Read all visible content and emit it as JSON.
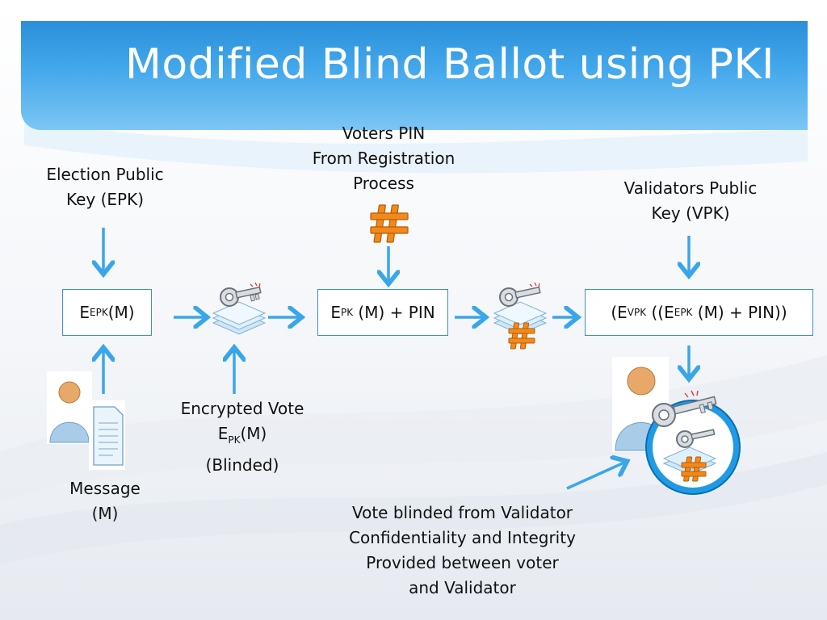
{
  "slide": {
    "title": "Modified Blind Ballot using PKI"
  },
  "labels": {
    "election_key": [
      "Election Public",
      "Key (EPK)"
    ],
    "voters_pin": [
      "Voters PIN",
      "From Registration",
      "Process"
    ],
    "validators_key": [
      "Validators Public",
      "Key (VPK)"
    ],
    "message": [
      "Message",
      "(M)"
    ],
    "encrypted_vote": {
      "line1": "Encrypted Vote",
      "line2_main": "E",
      "line2_sub": "PK",
      "line2_rest": "(M)",
      "line3": "(Blinded)"
    },
    "note": [
      "Vote blinded from Validator",
      "Confidentiality and Integrity",
      "Provided between voter",
      "and Validator"
    ]
  },
  "boxes": {
    "box1": {
      "main": "E",
      "sub": "EPK",
      "rest": "(M)"
    },
    "box2": {
      "main": "E",
      "sub": "PK",
      "rest": " (M) + PIN"
    },
    "box3": {
      "pre": "(E",
      "sub1": "VPK",
      "mid": " ((E",
      "sub2": "EPK",
      "rest": " (M) + PIN))"
    }
  },
  "colors": {
    "banner": "#3a9de3",
    "arrow": "#3aa6ea",
    "box_border": "#3b8fd3",
    "hash_orange": "#f28a1a",
    "person_head": "#e8a869",
    "person_body": "#a9cde8"
  },
  "icons": [
    "key-icon",
    "hash-icon",
    "person-icon",
    "document-icon",
    "stack-icon",
    "validator-badge-icon"
  ]
}
